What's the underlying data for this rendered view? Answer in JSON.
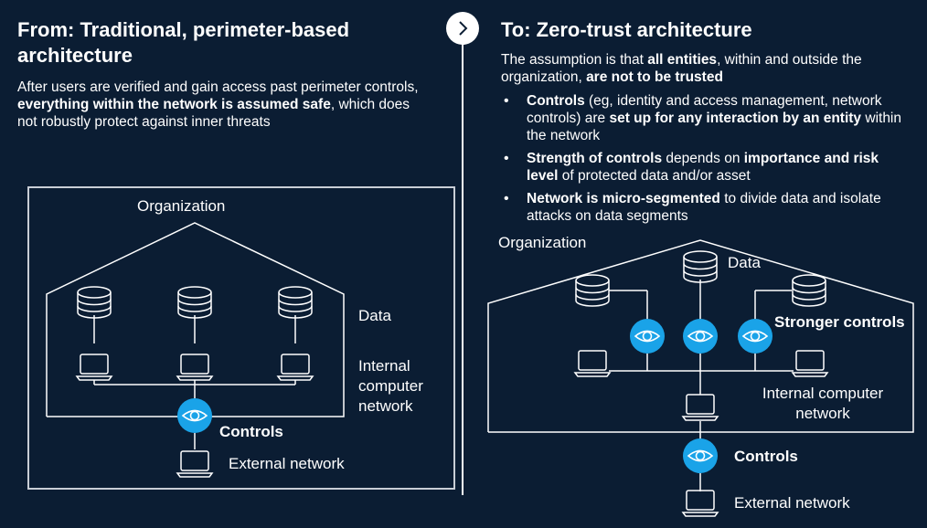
{
  "left": {
    "title_line1": "From: Traditional, perimeter-based",
    "title_line2": "architecture",
    "desc_part1": "After users are verified and gain access past perimeter controls,",
    "desc_bold": "everything within the network is assumed safe",
    "desc_part2": ", which does",
    "desc_part3": "not robustly protect against inner threats",
    "diagram": {
      "organization_label": "Organization",
      "data_label": "Data",
      "network_label_1": "Internal",
      "network_label_2": "computer",
      "network_label_3": "network",
      "controls_label": "Controls",
      "external_label": "External network"
    }
  },
  "right": {
    "title": "To: Zero-trust architecture",
    "intro_part1": "The assumption is that ",
    "intro_bold1": "all entities",
    "intro_part2": ", within and outside the",
    "intro_part3": "organization, ",
    "intro_bold2": "are not to be trusted",
    "bullets": [
      {
        "bold1": "Controls",
        "text1": " (eg, identity and access management, network controls) are ",
        "bold2": "set up for any interaction by an entity",
        "text2": " within the network"
      },
      {
        "bold1": "Strength of controls",
        "text1": " depends on ",
        "bold2": "importance and risk level",
        "text2": " of protected data and/or asset"
      },
      {
        "bold1": "Network is micro-segmented",
        "text1": " to divide data and isolate attacks on data segments",
        "bold2": "",
        "text2": ""
      }
    ],
    "diagram": {
      "organization_label": "Organization",
      "data_label": "Data",
      "stronger_label": "Stronger controls",
      "network_label_1": "Internal computer",
      "network_label_2": "network",
      "controls_label": "Controls",
      "external_label": "External network"
    }
  },
  "colors": {
    "background": "#0b1d33",
    "accent": "#1aa3e8",
    "line": "#ffffff"
  },
  "icons": [
    "chevron-right-icon",
    "database-icon",
    "laptop-icon",
    "eye-icon"
  ]
}
